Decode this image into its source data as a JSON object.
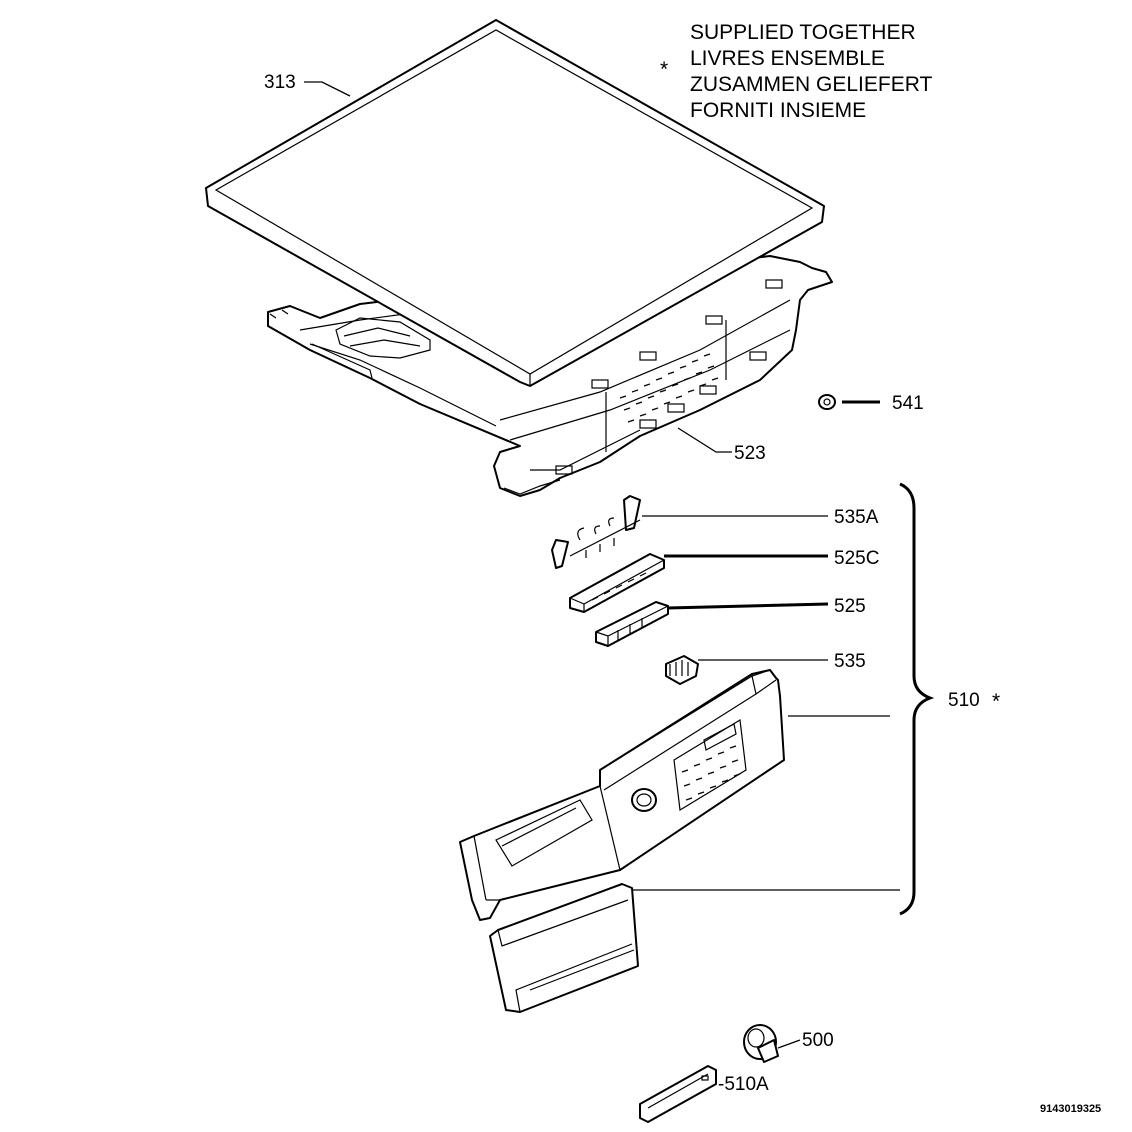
{
  "note": {
    "marker": "*",
    "lines": [
      "SUPPLIED TOGETHER",
      "LIVRES ENSEMBLE",
      "ZUSAMMEN GELIEFERT",
      "FORNITI INSIEME"
    ]
  },
  "callouts": {
    "p313": "313",
    "p541": "541",
    "p523": "523",
    "p535a": "535A",
    "p525c": "525C",
    "p525": "525",
    "p535": "535",
    "p510": "510",
    "p510_marker": "*",
    "p500": "500",
    "p510a": "-510A"
  },
  "drawing_code": "9143019325"
}
